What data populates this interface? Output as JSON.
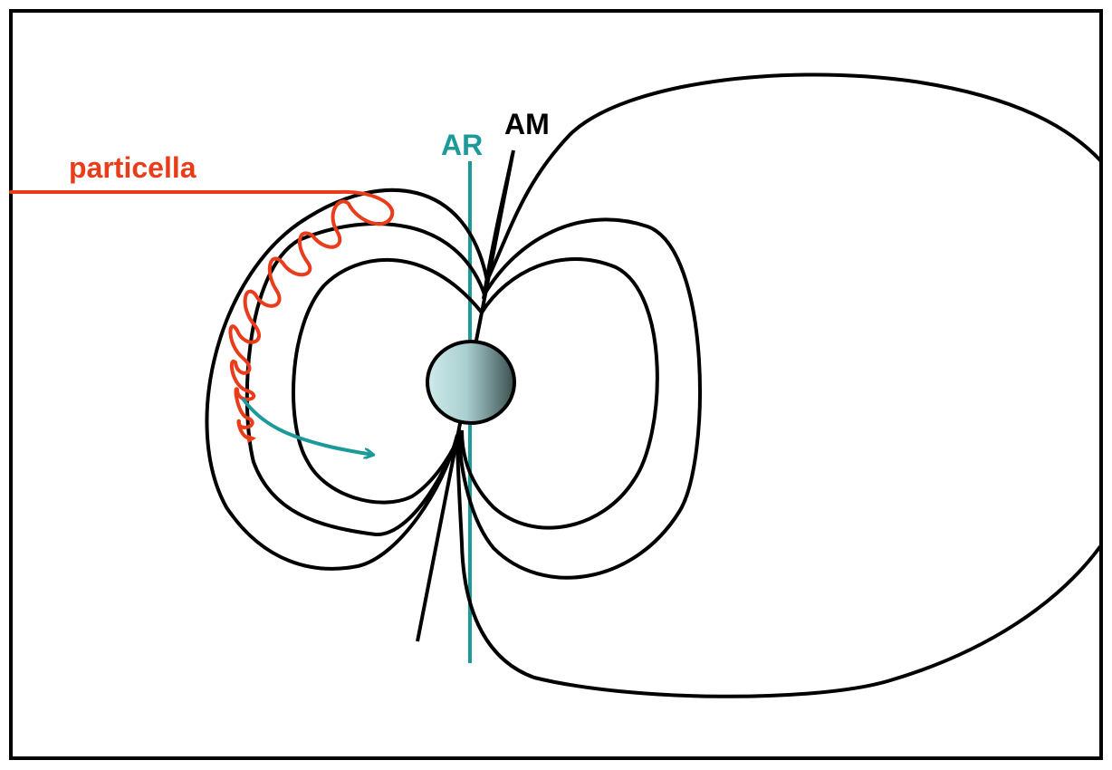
{
  "labels": {
    "particle": "particella",
    "rotation_axis": "AR",
    "magnetic_axis": "AM"
  },
  "colors": {
    "particle": "#ea3c1a",
    "rotation_axis": "#1c9a9a",
    "magnetic_axis": "#000000",
    "field_lines": "#000000",
    "frame": "#000000",
    "planet_light": "#cfeaea",
    "planet_dark": "#3a4f4f"
  },
  "icons": {
    "planet": "planet-sphere-icon",
    "drift": "drift-arrow-icon"
  }
}
